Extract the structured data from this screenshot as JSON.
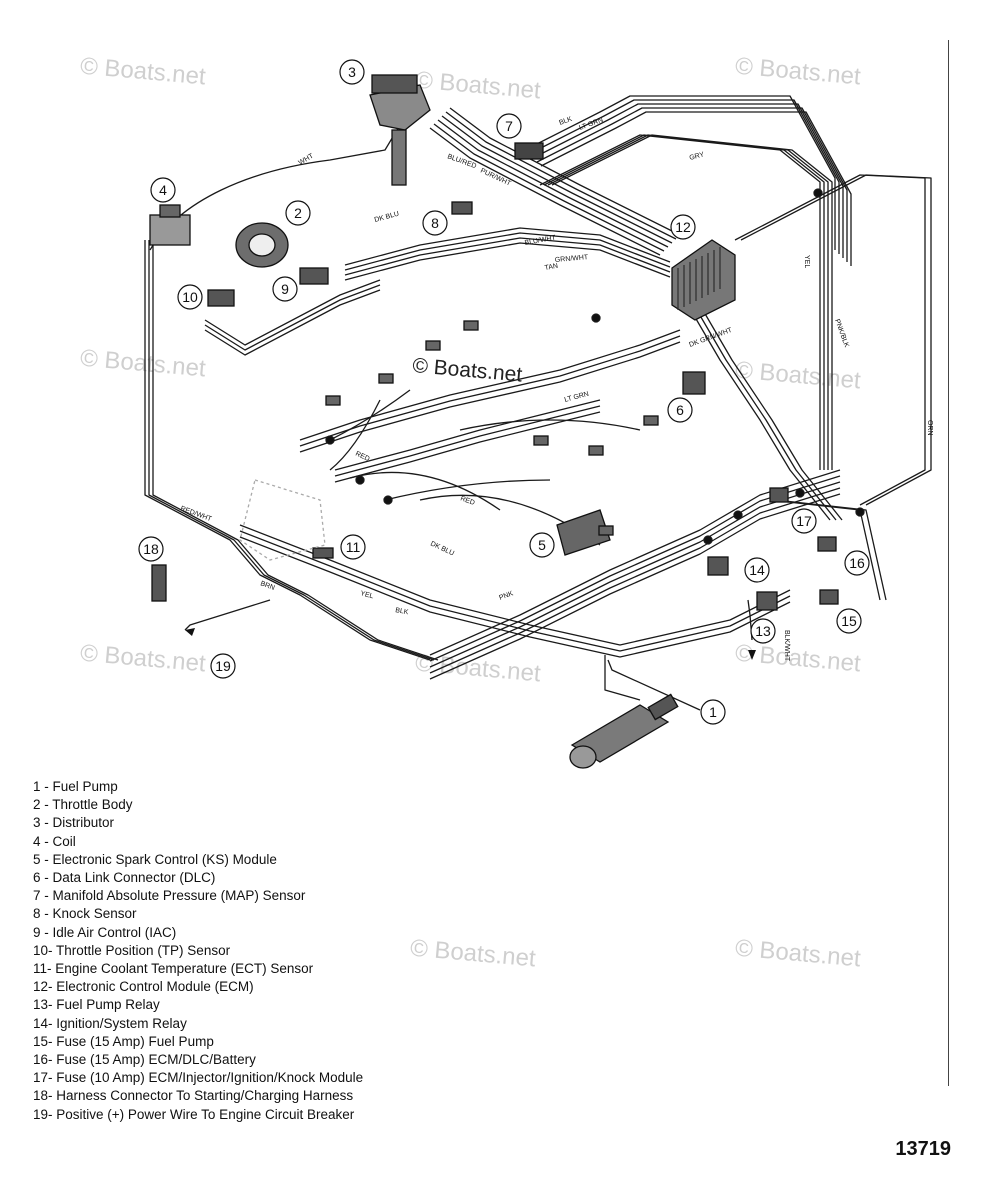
{
  "watermark": "© Boats.net",
  "figure_number": "13719",
  "callouts": [
    "1",
    "2",
    "3",
    "4",
    "5",
    "6",
    "7",
    "8",
    "9",
    "10",
    "11",
    "12",
    "13",
    "14",
    "15",
    "16",
    "17",
    "18",
    "19"
  ],
  "wire_labels": [
    "WHT",
    "BLK",
    "GRY",
    "LT GRN",
    "DK BLU",
    "TAN",
    "PUR/WHT",
    "BLU/WHT",
    "GRN/WHT",
    "RED",
    "PNK",
    "YEL",
    "ORN",
    "PNK/BLK",
    "DK GRN/WHT",
    "BRN",
    "BLK/WHT",
    "RED/WHT",
    "BLU/RED"
  ],
  "legend": [
    "1  - Fuel Pump",
    "2  - Throttle Body",
    "3  - Distributor",
    "4  - Coil",
    "5  - Electronic Spark Control (KS) Module",
    "6  - Data Link Connector (DLC)",
    "7  - Manifold Absolute Pressure (MAP) Sensor",
    "8  - Knock Sensor",
    "9  - Idle Air Control (IAC)",
    "10- Throttle Position (TP) Sensor",
    "11- Engine Coolant Temperature (ECT) Sensor",
    "12- Electronic Control Module (ECM)",
    "13- Fuel Pump Relay",
    "14- Ignition/System Relay",
    "15- Fuse (15 Amp) Fuel Pump",
    "16- Fuse (15 Amp) ECM/DLC/Battery",
    "17- Fuse (10 Amp) ECM/Injector/Ignition/Knock Module",
    "18- Harness Connector To Starting/Charging Harness",
    "19- Positive (+) Power Wire To Engine Circuit Breaker"
  ]
}
